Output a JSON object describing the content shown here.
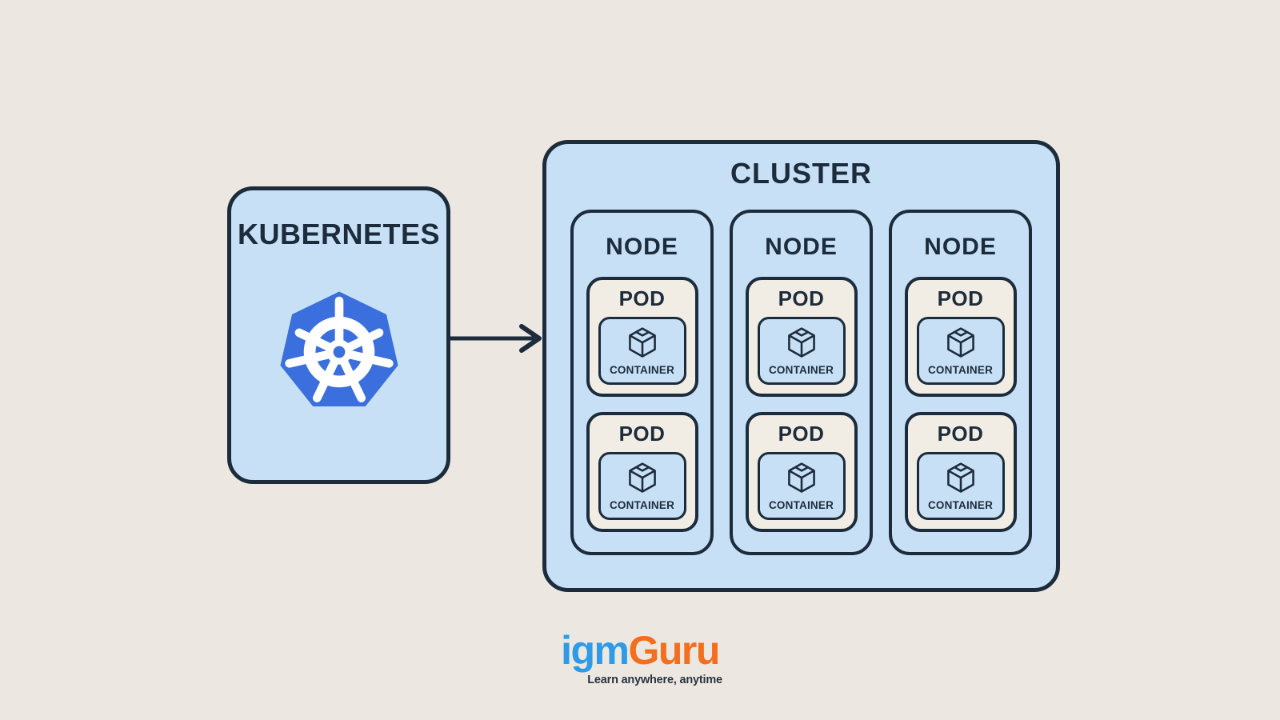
{
  "colors": {
    "background": "#ECE8E1",
    "box_blue": "#C7E0F5",
    "outline_navy": "#1D2C3C",
    "pod_cream": "#F1EDE4",
    "kubernetes_logo_blue": "#3B6FDD",
    "brand_blue": "#2D9BE7",
    "brand_orange": "#F26F1D"
  },
  "diagram": {
    "kubernetes_box": {
      "label": "KUBERNETES"
    },
    "cluster": {
      "title": "CLUSTER",
      "nodes": [
        {
          "label": "NODE",
          "pods": [
            {
              "label": "POD",
              "container": "CONTAINER"
            },
            {
              "label": "POD",
              "container": "CONTAINER"
            }
          ]
        },
        {
          "label": "NODE",
          "pods": [
            {
              "label": "POD",
              "container": "CONTAINER"
            },
            {
              "label": "POD",
              "container": "CONTAINER"
            }
          ]
        },
        {
          "label": "NODE",
          "pods": [
            {
              "label": "POD",
              "container": "CONTAINER"
            },
            {
              "label": "POD",
              "container": "CONTAINER"
            }
          ]
        }
      ]
    }
  },
  "branding": {
    "logo_part1": "igm",
    "logo_part2": "Guru",
    "tagline": "Learn anywhere, anytime"
  }
}
